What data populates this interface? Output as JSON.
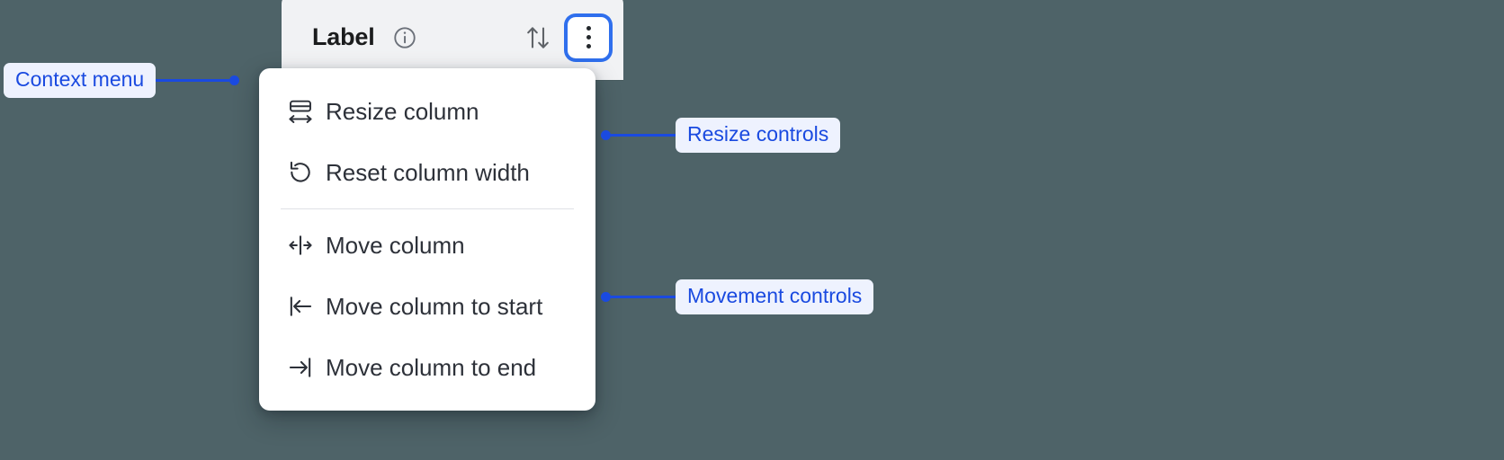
{
  "column_header": {
    "label": "Label",
    "info_icon": "info-circle-icon",
    "sort_icon": "sort-up-down-icon",
    "menu_button_icon": "kebab-menu-icon",
    "background_color": "#f1f2f4",
    "focus_ring_color": "#2f6fed"
  },
  "context_menu": {
    "groups": [
      {
        "name": "resize",
        "items": [
          {
            "icon": "resize-column-icon",
            "label": "Resize column"
          },
          {
            "icon": "reset-width-icon",
            "label": "Reset column width"
          }
        ]
      },
      {
        "name": "movement",
        "items": [
          {
            "icon": "move-column-icon",
            "label": "Move column"
          },
          {
            "icon": "move-to-start-icon",
            "label": "Move column to start"
          },
          {
            "icon": "move-to-end-icon",
            "label": "Move column to end"
          }
        ]
      }
    ]
  },
  "annotations": [
    {
      "label": "Context menu",
      "side": "left",
      "accent": "#1a4ae0",
      "chip_bg": "#eef2fe"
    },
    {
      "label": "Resize controls",
      "side": "right",
      "accent": "#1a4ae0",
      "chip_bg": "#eef2fe"
    },
    {
      "label": "Movement controls",
      "side": "right",
      "accent": "#1a4ae0",
      "chip_bg": "#eef2fe"
    }
  ],
  "page": {
    "background_color": "#4e6368"
  }
}
